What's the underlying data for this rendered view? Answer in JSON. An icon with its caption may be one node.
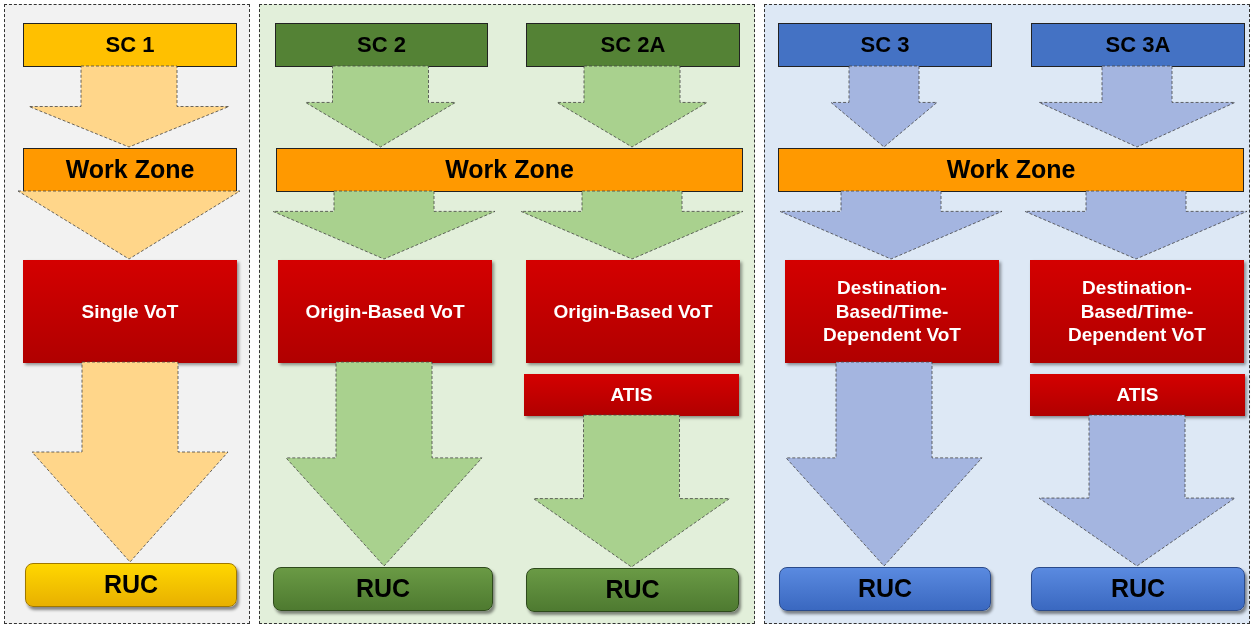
{
  "diagram": {
    "nodes": [
      {
        "text": [],
        "shape": "box"
      },
      {
        "text": [
          "SC 1"
        ],
        "in": 0
      },
      {
        "text": [
          "Work Zone"
        ],
        "in": 0
      },
      {
        "text": [
          "Single VoT"
        ],
        "in": 0
      },
      {
        "text": [
          "RUC"
        ],
        "in": 0
      },
      {
        "text": [],
        "shape": "box"
      },
      {
        "text": [
          "SC 2"
        ],
        "in": 5
      },
      {
        "text": [
          "SC 2A"
        ],
        "in": 5
      },
      {
        "text": [
          "Work Zone"
        ],
        "in": 5
      },
      {
        "text": [
          "Origin-Based VoT"
        ],
        "in": 5
      },
      {
        "text": [
          "Origin-Based VoT"
        ],
        "in": 5
      },
      {
        "text": [
          "ATIS"
        ],
        "in": 5
      },
      {
        "text": [
          "RUC"
        ],
        "in": 5
      },
      {
        "text": [
          "RUC"
        ],
        "in": 5
      },
      {
        "text": [],
        "shape": "box"
      },
      {
        "text": [
          "SC 3"
        ],
        "in": 14
      },
      {
        "text": [
          "SC 3A"
        ],
        "in": 14
      },
      {
        "text": [
          "Work Zone"
        ],
        "in": 14
      },
      {
        "text": [
          "Destination-Based/Time-Dependent VoT"
        ],
        "in": 14
      },
      {
        "text": [
          "Destination-Based/Time-Dependent VoT"
        ],
        "in": 14
      },
      {
        "text": [
          "ATIS"
        ],
        "in": 14
      },
      {
        "text": [
          "RUC"
        ],
        "in": 14
      },
      {
        "text": [
          "RUC"
        ],
        "in": 14
      }
    ],
    "edges": [
      {
        "from": 1,
        "to": 2,
        "arrow": "to",
        "color": "#ffd68a"
      },
      {
        "from": 2,
        "to": 3,
        "arrow": "to",
        "color": "#ffd68a"
      },
      {
        "from": 3,
        "to": 4,
        "arrow": "to",
        "color": "#ffd68a"
      },
      {
        "from": 6,
        "to": 8,
        "arrow": "to",
        "color": "#a9d18e"
      },
      {
        "from": 7,
        "to": 8,
        "arrow": "to",
        "color": "#a9d18e"
      },
      {
        "from": 8,
        "to": 9,
        "arrow": "to",
        "color": "#a9d18e"
      },
      {
        "from": 8,
        "to": 10,
        "arrow": "to",
        "color": "#a9d18e"
      },
      {
        "from": 9,
        "to": 12,
        "arrow": "to",
        "color": "#a9d18e"
      },
      {
        "from": 11,
        "to": 13,
        "arrow": "to",
        "color": "#a9d18e"
      },
      {
        "from": 15,
        "to": 17,
        "arrow": "to",
        "color": "#a4b5e0"
      },
      {
        "from": 16,
        "to": 17,
        "arrow": "to",
        "color": "#a4b5e0"
      },
      {
        "from": 17,
        "to": 18,
        "arrow": "to",
        "color": "#a4b5e0"
      },
      {
        "from": 17,
        "to": 19,
        "arrow": "to",
        "color": "#a4b5e0"
      },
      {
        "from": 18,
        "to": 21,
        "arrow": "to",
        "color": "#a4b5e0"
      },
      {
        "from": 20,
        "to": 22,
        "arrow": "to",
        "color": "#a4b5e0"
      }
    ]
  }
}
